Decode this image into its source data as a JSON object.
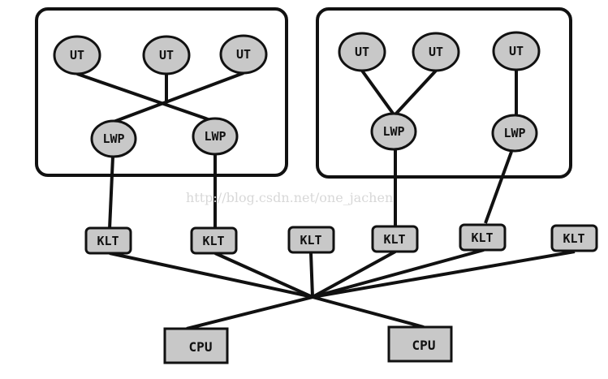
{
  "nodes": {
    "ut_1": "UT",
    "ut_2": "UT",
    "ut_3": "UT",
    "ut_4": "UT",
    "ut_5": "UT",
    "ut_6": "UT",
    "lwp_1": "LWP",
    "lwp_2": "LWP",
    "lwp_3": "LWP",
    "lwp_4": "LWP",
    "klt_1": "KLT",
    "klt_2": "KLT",
    "klt_3": "KLT",
    "klt_4": "KLT",
    "klt_5": "KLT",
    "klt_6": "KLT",
    "cpu_1": "CPU",
    "cpu_2": "CPU"
  },
  "watermark": "http://blog.csdn.net/one_jachen",
  "colors": {
    "node_fill": "#c8c8c8",
    "stroke": "#111111"
  }
}
